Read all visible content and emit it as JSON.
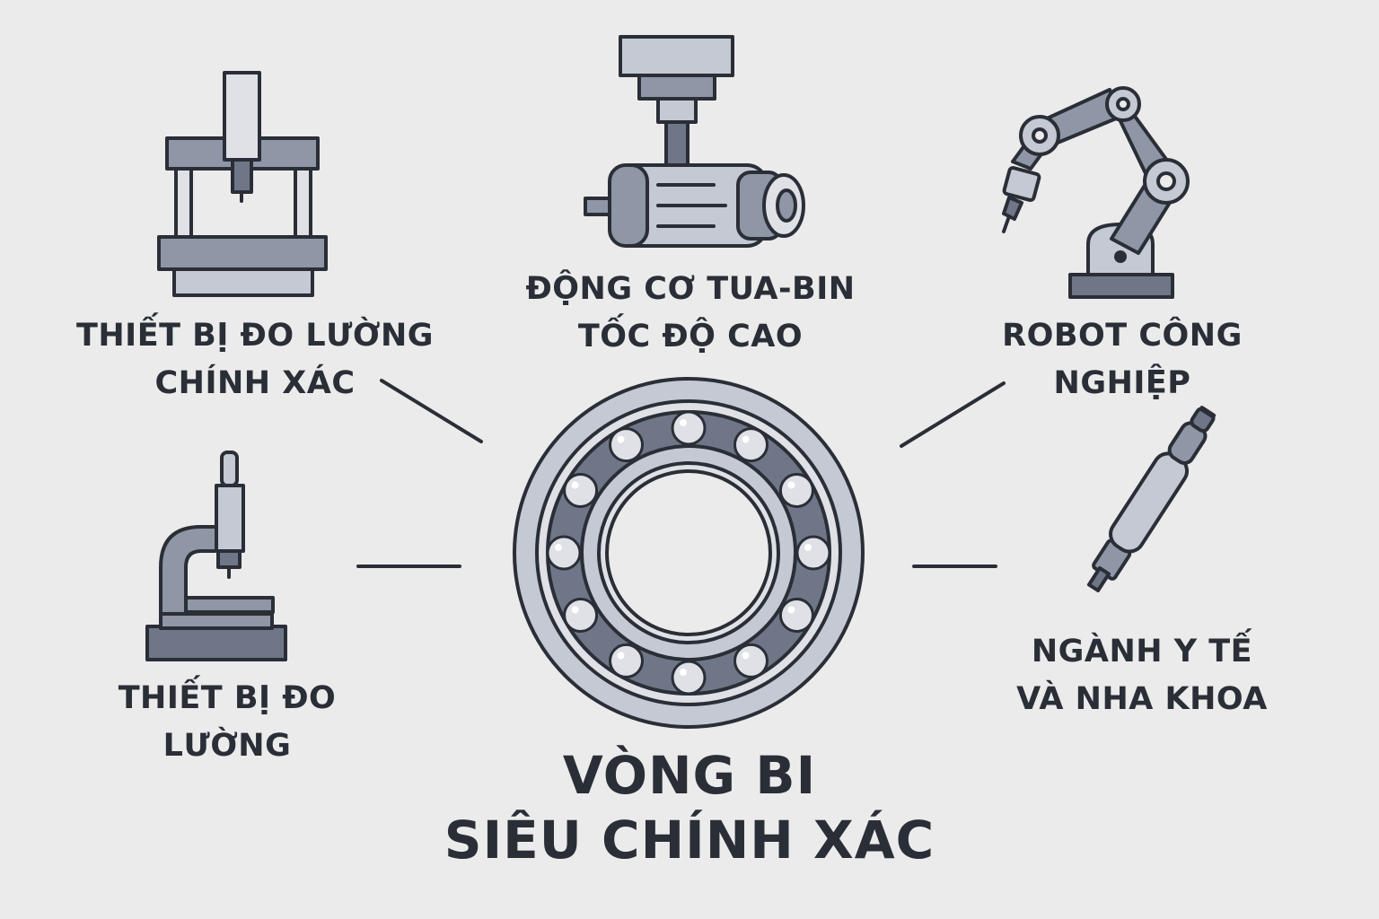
{
  "title": {
    "line1": "VÒNG BI",
    "line2": "SIÊU CHÍNH XÁC"
  },
  "applications": {
    "top_left": {
      "line1": "THIẾT BỊ ĐO LƯỜNG",
      "line2": "CHÍNH XÁC",
      "icon": "cmm-machine-icon"
    },
    "top_center": {
      "line1": "ĐỘNG CƠ TUA-BIN",
      "line2": "TỐC ĐỘ CAO",
      "icon": "turbine-motor-icon"
    },
    "top_right": {
      "line1": "ROBOT CÔNG",
      "line2": "NGHIỆP",
      "icon": "robot-arm-icon"
    },
    "bottom_left": {
      "line1": "THIẾT BỊ ĐO",
      "line2": "LƯỜNG",
      "icon": "microscope-icon"
    },
    "bottom_right": {
      "line1": "NGÀNH Y TẾ",
      "line2": "VÀ NHA KHOA",
      "icon": "dental-handpiece-icon"
    }
  },
  "colors": {
    "background": "#ebebec",
    "stroke": "#2a2e36",
    "dark_gray": "#6f7687",
    "mid_gray": "#8f96a6",
    "light_gray": "#c5c9d3",
    "pale_gray": "#dfe1e7"
  }
}
